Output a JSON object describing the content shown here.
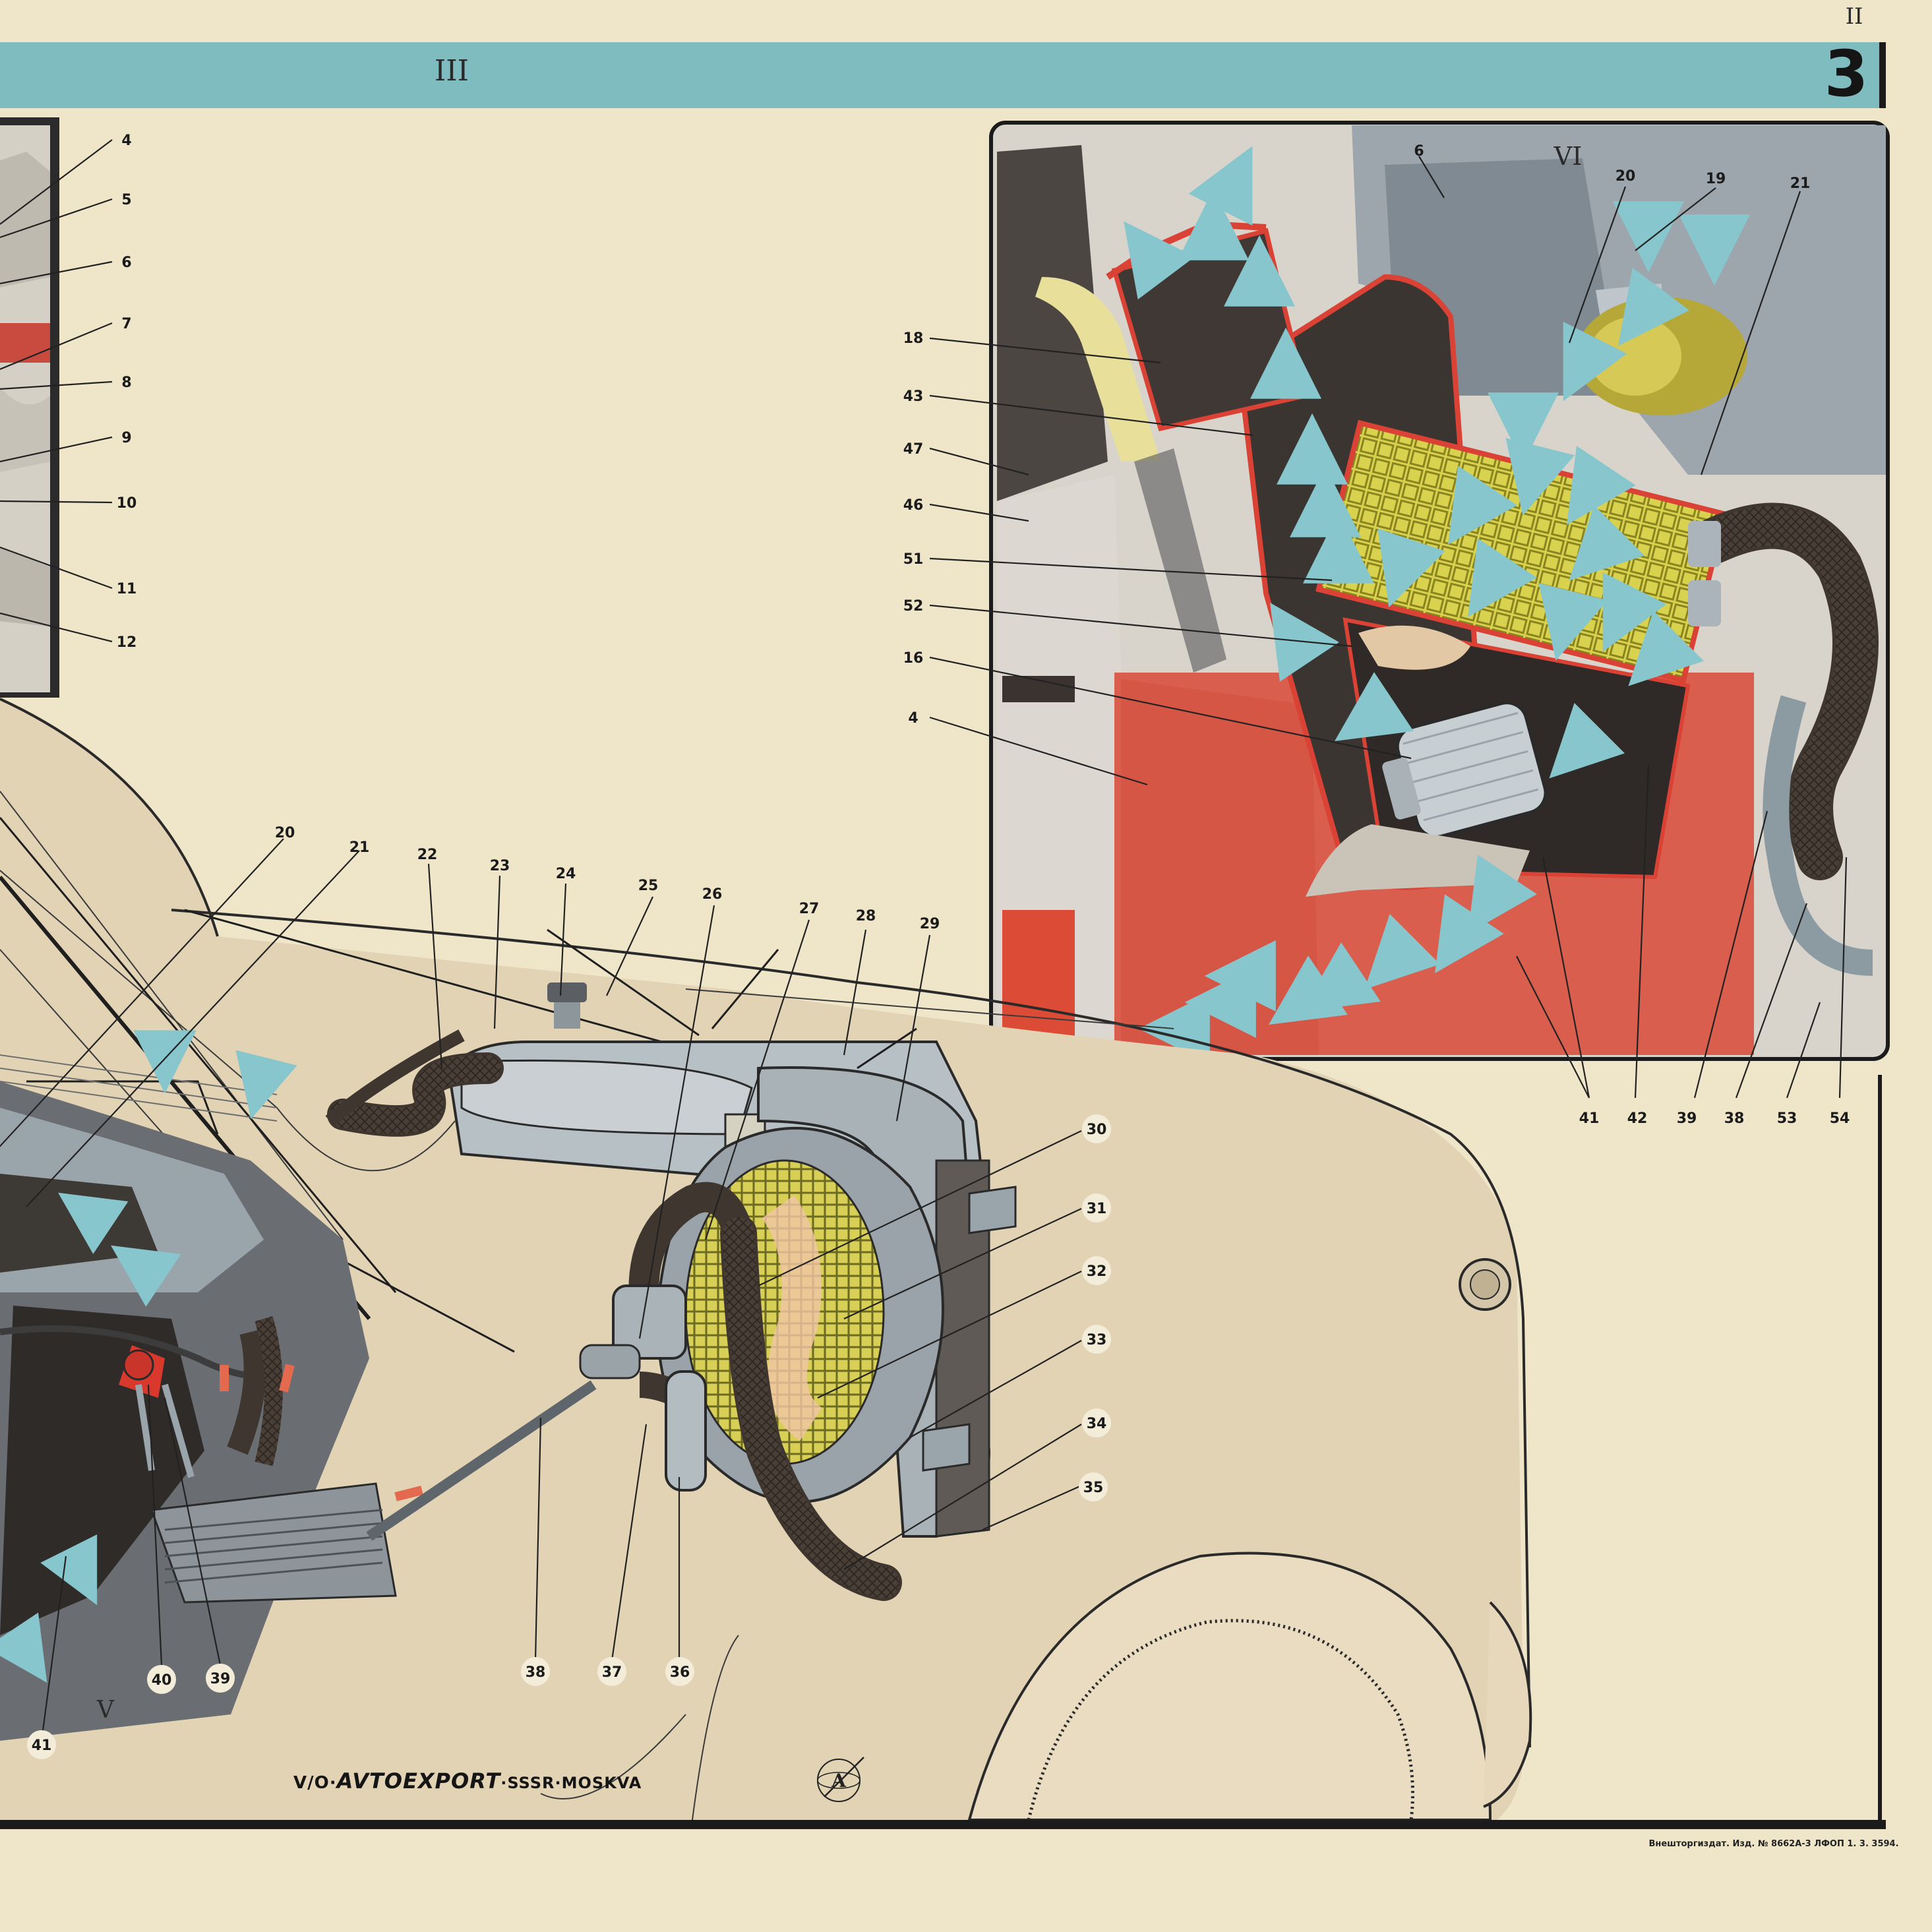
{
  "sheet_number": "3",
  "corner_roman": "II",
  "section_banner_roman": "III",
  "inset_roman": "VI",
  "bottom_roman": "V",
  "colors": {
    "paper": "#efe5c9",
    "banner": "#7fbcc0",
    "body_panel": "#e2d3b5",
    "red_panel": "#d95e4d",
    "yellow_core": "#d9d24e",
    "hose": "#3f3630",
    "metal": "#9aa5ab",
    "airflow_arrow": "#86c6cc",
    "warm_arrow": "#e36a4f"
  },
  "labels": {
    "top_left": [
      "4",
      "5",
      "6",
      "7",
      "8",
      "9",
      "10",
      "11",
      "12"
    ],
    "inset_left": [
      "18",
      "43",
      "47",
      "46",
      "51",
      "52",
      "16",
      "4"
    ],
    "inset_top": [
      "6",
      "20",
      "19",
      "21"
    ],
    "inset_bottom": [
      "41",
      "42",
      "39",
      "38",
      "53",
      "54"
    ],
    "main_top": [
      "20",
      "21",
      "22",
      "23",
      "24",
      "25",
      "26",
      "27",
      "28",
      "29"
    ],
    "main_right": [
      "30",
      "31",
      "32",
      "33",
      "34",
      "35"
    ],
    "main_bottom": [
      "38",
      "37",
      "36",
      "40",
      "39",
      "41"
    ]
  },
  "footer": {
    "brand_prefix": "V/O·",
    "brand_name": "AVTOEXPORT",
    "brand_suffix": "·SSSR·MOSKVA",
    "logo_letter": "A",
    "print_info": "Внешторгиздат. Изд. № 8662А-3  ЛФОП 1. 3. 3594."
  }
}
